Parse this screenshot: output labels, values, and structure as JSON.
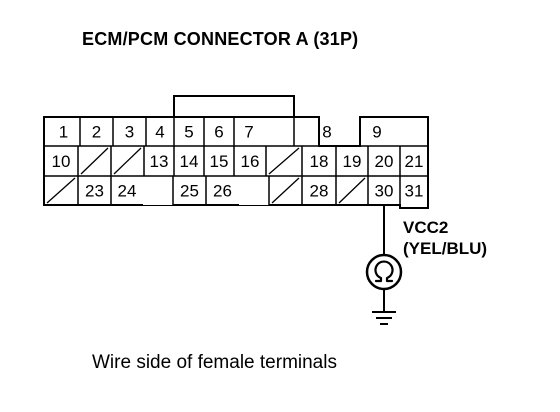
{
  "title": "ECM/PCM CONNECTOR A (31P)",
  "caption": "Wire side of female terminals",
  "signal": {
    "name": "VCC2",
    "wire_color": "(YEL/BLU)",
    "probe_pin": "30"
  },
  "connector": {
    "rows": [
      [
        "1",
        "2",
        "3",
        "4",
        "5",
        "6",
        "7",
        "",
        "8",
        "9"
      ],
      [
        "10",
        "/",
        "/",
        "13",
        "14",
        "15",
        "16",
        "/",
        "18",
        "19",
        "20",
        "21"
      ],
      [
        "/",
        "23",
        "24",
        "",
        "25",
        "26",
        "",
        "/",
        "28",
        "/",
        "30",
        "31"
      ]
    ]
  },
  "icons": {
    "meter": "ohmmeter-icon",
    "ground": "ground-icon"
  }
}
